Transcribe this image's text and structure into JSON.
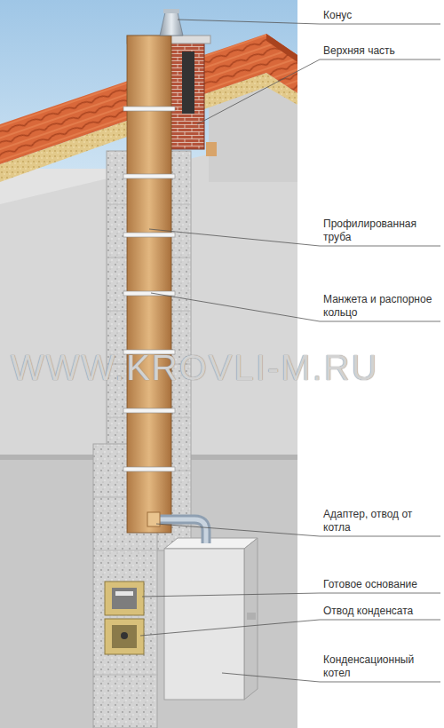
{
  "diagram": {
    "labels": [
      "Конус",
      "Верхняя часть",
      "Профилированная труба",
      "Манжета и распорное кольцо",
      "Адаптер, отвод от котла",
      "Готовое основание",
      "Отвод конденсата",
      "Конденсационный котел",
      "WWW.KROVLI-M.RU"
    ]
  }
}
